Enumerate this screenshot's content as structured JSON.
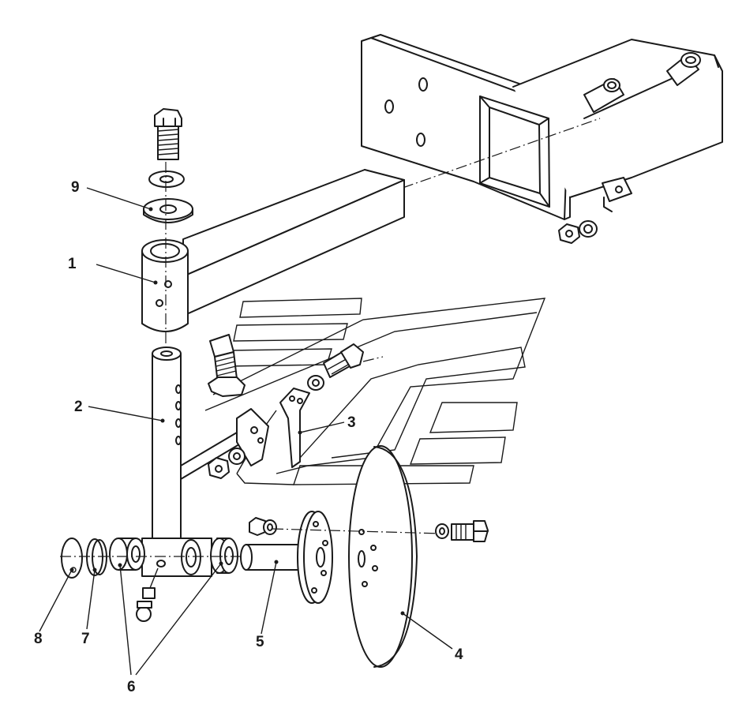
{
  "diagram": {
    "type": "exploded-assembly-drawing",
    "callouts": [
      {
        "id": "1",
        "label": "1",
        "part": "bracket-tube"
      },
      {
        "id": "2",
        "label": "2",
        "part": "vertical-post"
      },
      {
        "id": "3",
        "label": "3",
        "part": "angle-bracket"
      },
      {
        "id": "4",
        "label": "4",
        "part": "disc"
      },
      {
        "id": "5",
        "label": "5",
        "part": "axle-hub"
      },
      {
        "id": "6",
        "label": "6",
        "part": "bushings"
      },
      {
        "id": "7",
        "label": "7",
        "part": "spring-ring"
      },
      {
        "id": "8",
        "label": "8",
        "part": "cover-washer"
      },
      {
        "id": "9",
        "label": "9",
        "part": "washer"
      }
    ]
  }
}
